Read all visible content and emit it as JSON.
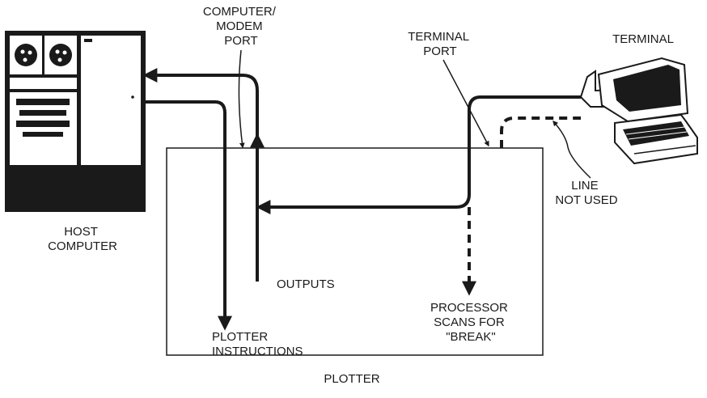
{
  "labels": {
    "host_computer": [
      "HOST",
      "COMPUTER"
    ],
    "computer_modem_port": [
      "COMPUTER/",
      "MODEM",
      "PORT"
    ],
    "terminal_port": [
      "TERMINAL",
      "PORT"
    ],
    "terminal": "TERMINAL",
    "line_not_used": [
      "LINE",
      "NOT USED"
    ],
    "outputs": "OUTPUTS",
    "plotter_instructions": [
      "PLOTTER",
      "INSTRUCTIONS"
    ],
    "processor_scans": [
      "PROCESSOR",
      "SCANS FOR",
      "\"BREAK\""
    ],
    "plotter": "PLOTTER"
  },
  "colors": {
    "ink": "#1a1a1a",
    "paper": "#ffffff"
  },
  "icons": [
    "host-computer-icon",
    "terminal-icon"
  ]
}
